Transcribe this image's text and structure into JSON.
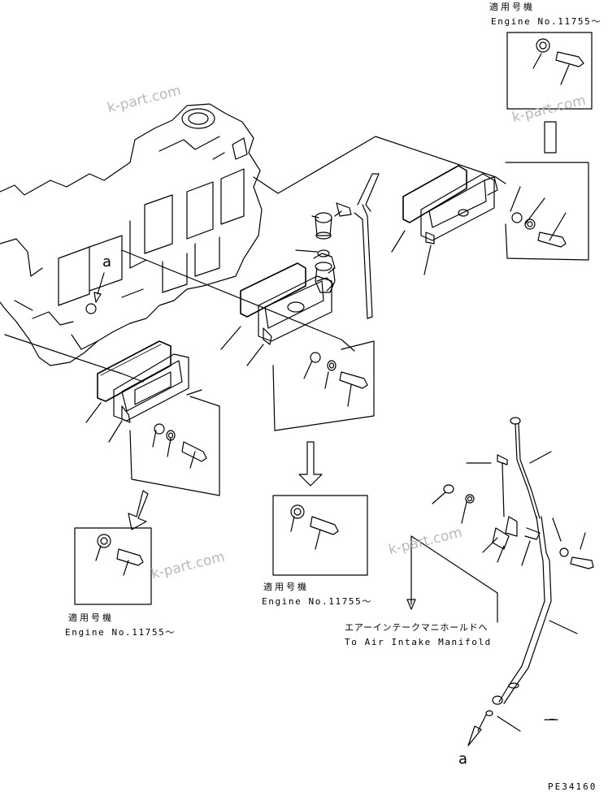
{
  "notes": {
    "top_right": {
      "jp": "適用号機",
      "en": "Engine No.11755～"
    },
    "center": {
      "jp": "適用号機",
      "en": "Engine No.11755～"
    },
    "bottom_left": {
      "jp": "適用号機",
      "en": "Engine No.11755～"
    }
  },
  "callouts": {
    "top_a": "a",
    "bottom_a": "a",
    "dash": "–"
  },
  "air_intake": {
    "jp": "エアーインテークマニホールドへ",
    "en": "To Air Intake Manifold"
  },
  "watermarks": [
    "k-part.com",
    "k-part.com",
    "k-part.com",
    "k-part.com"
  ],
  "drawing_number": "PE34160"
}
